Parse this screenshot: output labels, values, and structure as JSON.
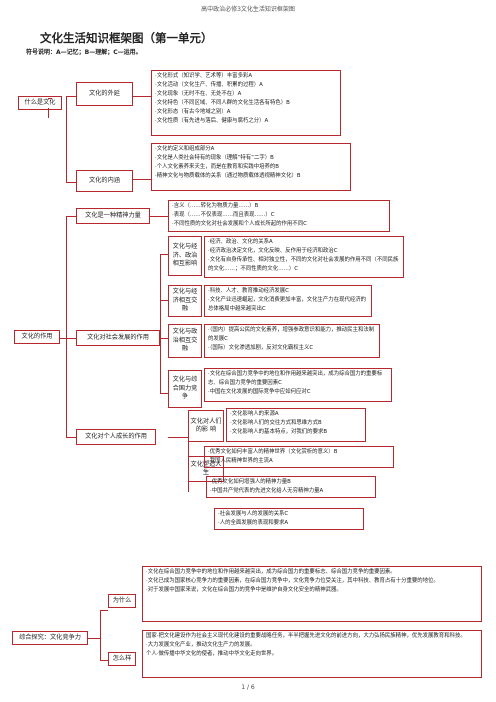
{
  "header": "高中政治必修3文化生活知识框架图",
  "title": "文化生活知识框架图（第一单元）",
  "legend": "符号说明：A—记忆；B—理解；C—运用。",
  "root1": "什么是文化",
  "root2": "文化的作用",
  "root3": "综合探究：文化竞争力",
  "b_ext": "文化的外延",
  "b_int": "文化的内涵",
  "b_spirit": "文化是一种精神力量",
  "b_society": "文化对社会发展的作用",
  "b_person": "文化对个人成长的作用",
  "econ": "文化与经济、政治相互影响",
  "sci": "文化与经济相互交融",
  "pol": "文化与政治相互交融",
  "power": "文化与综合国力竞争",
  "infl": "文化对人们的影 响",
  "shape": "文化塑造人生",
  "why": "为什么",
  "how": "怎么样",
  "ext_items": [
    "·文化形式（知识学、艺术等）丰富多彩A",
    "·文化活动（文化生产、传播、积累的过程）A",
    "·文化现象（无时不在、无处不在）A",
    "·文化特色（不同区域、不同人群的文化生活各有特色）B",
    "·文化形态（有古今地域之别）A",
    "·文化性质（有先进与落后、健康与腐朽之分）A"
  ],
  "int_items": [
    "·文化的定义和组成部分A",
    "·文化是人类社会特有的现象（理解“特有”二字）B",
    "·个人文化素养来天生，而是在教育和实践中培养的B",
    "·精神文化与物质载体的关系（通过物质载体透视精神文化）B"
  ],
  "spirit_items": [
    "·含义（……转化为物质力量……）B",
    "·表现（……不仅表现……而且表现……）C",
    "·不同性质的文化对社会发展和个人成长所起的作用不同C"
  ],
  "econ_items": [
    "·经济、政治、文化的关系A",
    "·经济政治决定文化，文化反映、反作用于经济和政治C",
    "·文化有自身传承性、相对独立性，不同的文化对社会发展的作用不同（不同民族的文化……；不同性质的文化……）C"
  ],
  "sci_items": [
    "·科技、人才、教育推动经济发展C",
    "·文化产业迅速崛起，文化消费更加丰富，文化生产力在现代经济的总体格局中越来越突出C"
  ],
  "pol_items": [
    "·（国内）提高公民的文化素养，增强参政意识和能力，推动民主和法制的发展C",
    "·（国际）文化渗透加剧，反对文化霸权主义C"
  ],
  "power_items": [
    "·文化在综合国力竞争中的地位和作用越来越突出，成为综合国力的重要标志、综合国力竞争的重要因素C",
    "·中国在文化发展的国际竞争中应如何应对C"
  ],
  "infl_items": [
    "·文化影响人的来源A",
    "·文化影响人们的交往方式和思维方式B",
    "·文化影响人的基本特点，对我们的要求B"
  ],
  "mid_items": [
    "·优秀文化如何丰富人的精神世界（文化赏析的意义）B",
    "·我国人民精神世界的主流A"
  ],
  "shape_items": [
    "·优秀文化如何增强人的精神力量B",
    "·中国共产党代表的先进文化给人无穷精神力量A"
  ],
  "dev_items": [
    "·社会发展与人的发展的关系C",
    "·人的全面发展的表现和要求A"
  ],
  "why_items": [
    "·文化在综合国力竞争中的地位和作用越来越突出，成为综合国力的重要标志、综合国力竞争的重要因素。",
    "·文化已成为国家核心竞争力的重要因素，在综合国力竞争中，文化竞争力位受关注，其中科技、教育占有十分重要的地位。",
    "·对于发展中国家来说，文化在综合国力的竞争中是维护自身文化安全的精神武器。"
  ],
  "how_items": [
    "国家·把文化建设作为社会主义现代化建设的重要战略任务，半半把握先进文化的前进方向，大力弘扬民族精神，优先发展教育和科技。",
    "·大力发展文化产业，推动文化生产力的发展。",
    "个人·做传播中华文化的使者，推动中华文化走向世界。"
  ],
  "page": "1 / 6"
}
